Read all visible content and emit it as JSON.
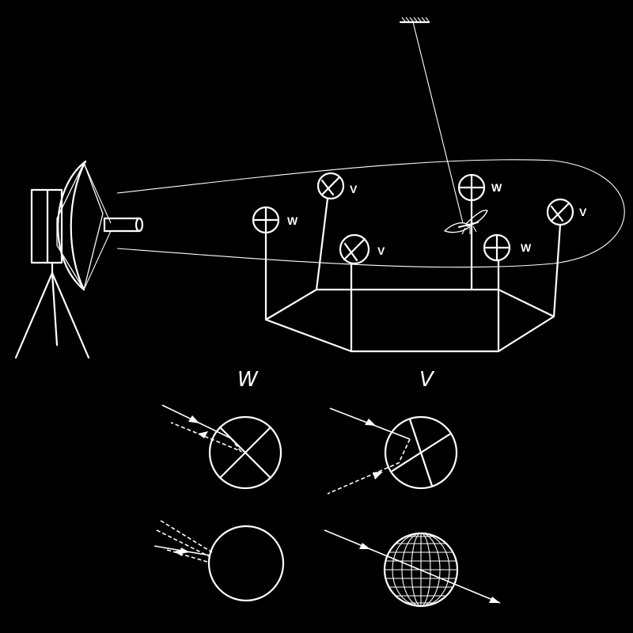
{
  "labels": {
    "w1": "W",
    "w2": "W",
    "w3": "W",
    "v1": "V",
    "v2": "V",
    "v3": "V"
  },
  "panels": {
    "w_title": "W",
    "v_title": "V"
  }
}
